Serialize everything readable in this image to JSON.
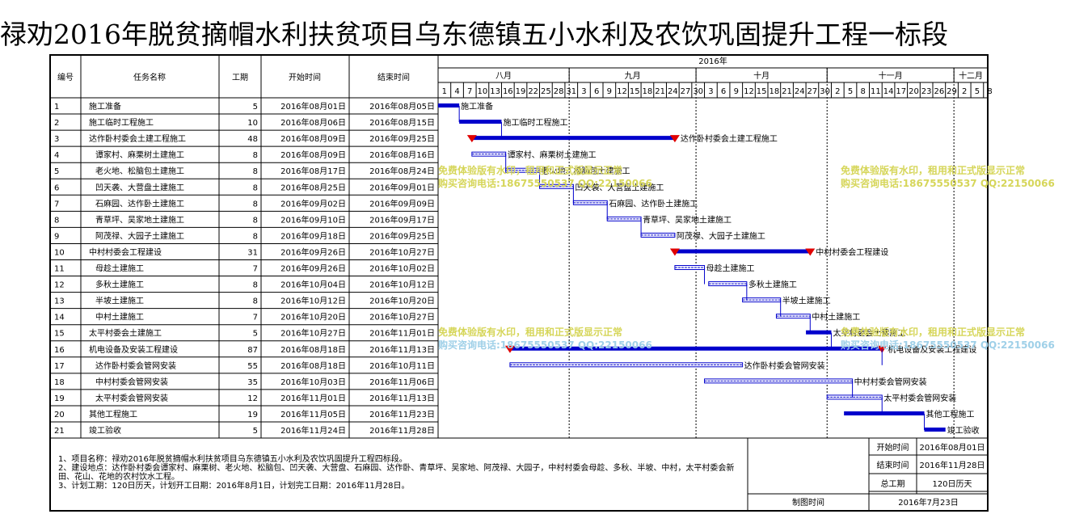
{
  "title": "禄劝2016年脱贫摘帽水利扶贫项目乌东德镇五小水利及农饮巩固提升工程一标段",
  "headers": {
    "id": "编号",
    "name": "任务名称",
    "dur": "工期",
    "start": "开始时间",
    "end": "结束时间",
    "year": "2016年"
  },
  "months": [
    {
      "label": "八月",
      "from": 1,
      "to": 31
    },
    {
      "label": "九月",
      "from": 32,
      "to": 61
    },
    {
      "label": "十月",
      "from": 62,
      "to": 92
    },
    {
      "label": "十一月",
      "from": 93,
      "to": 122
    },
    {
      "label": "十二月",
      "from": 123,
      "to": 130
    }
  ],
  "day_ticks": [
    "1",
    "4",
    "7",
    "10",
    "13",
    "16",
    "19",
    "22",
    "25",
    "28",
    "31",
    "3",
    "6",
    "9",
    "12",
    "15",
    "18",
    "21",
    "24",
    "27",
    "30",
    "3",
    "6",
    "9",
    "12",
    "15",
    "18",
    "21",
    "24",
    "27",
    "30",
    "2",
    "5",
    "8",
    "11",
    "14",
    "17",
    "20",
    "23",
    "26",
    "29",
    "2",
    "5",
    "8"
  ],
  "chart_data": {
    "type": "gantt",
    "x_axis": {
      "start": "2016-08-01",
      "end": "2016-12-08",
      "unit": "day"
    },
    "tasks": [
      {
        "id": "1",
        "name": "施工准备",
        "dur": "5",
        "start": "2016年08月01日",
        "end": "2016年08月05日",
        "s": 1,
        "e": 5,
        "indent": 0,
        "kind": "critical"
      },
      {
        "id": "2",
        "name": "施工临时工程施工",
        "dur": "10",
        "start": "2016年08月06日",
        "end": "2016年08月15日",
        "s": 6,
        "e": 15,
        "indent": 0,
        "kind": "critical"
      },
      {
        "id": "3",
        "name": "达作卧村委会土建工程施工",
        "dur": "48",
        "start": "2016年08月09日",
        "end": "2016年09月25日",
        "s": 9,
        "e": 56,
        "indent": 0,
        "kind": "summary"
      },
      {
        "id": "4",
        "name": "谭家村、麻栗树土建施工",
        "dur": "8",
        "start": "2016年08月09日",
        "end": "2016年08月16日",
        "s": 9,
        "e": 16,
        "indent": 1,
        "kind": "normal"
      },
      {
        "id": "5",
        "name": "老火地、松脑包土建施工",
        "dur": "8",
        "start": "2016年08月17日",
        "end": "2016年08月24日",
        "s": 17,
        "e": 24,
        "indent": 1,
        "kind": "normal"
      },
      {
        "id": "6",
        "name": "凹天袭、大营盘土建施工",
        "dur": "8",
        "start": "2016年08月25日",
        "end": "2016年09月01日",
        "s": 25,
        "e": 32,
        "indent": 1,
        "kind": "normal"
      },
      {
        "id": "7",
        "name": "石麻园、达作卧土建施工",
        "dur": "8",
        "start": "2016年09月02日",
        "end": "2016年09月09日",
        "s": 33,
        "e": 40,
        "indent": 1,
        "kind": "normal"
      },
      {
        "id": "8",
        "name": "青草坪、吴家地土建施工",
        "dur": "8",
        "start": "2016年09月10日",
        "end": "2016年09月17日",
        "s": 41,
        "e": 48,
        "indent": 1,
        "kind": "normal"
      },
      {
        "id": "9",
        "name": "阿茂禄、大园子土建施工",
        "dur": "8",
        "start": "2016年09月18日",
        "end": "2016年09月25日",
        "s": 49,
        "e": 56,
        "indent": 1,
        "kind": "normal"
      },
      {
        "id": "10",
        "name": "中村村委会工程建设",
        "dur": "31",
        "start": "2016年09月26日",
        "end": "2016年10月27日",
        "s": 57,
        "e": 88,
        "indent": 0,
        "kind": "summary"
      },
      {
        "id": "11",
        "name": "母趁土建施工",
        "dur": "7",
        "start": "2016年09月26日",
        "end": "2016年10月02日",
        "s": 57,
        "e": 63,
        "indent": 1,
        "kind": "normal"
      },
      {
        "id": "12",
        "name": "多秋土建施工",
        "dur": "8",
        "start": "2016年10月04日",
        "end": "2016年10月12日",
        "s": 65,
        "e": 73,
        "indent": 1,
        "kind": "normal"
      },
      {
        "id": "13",
        "name": "半坡土建施工",
        "dur": "8",
        "start": "2016年10月12日",
        "end": "2016年10月20日",
        "s": 73,
        "e": 81,
        "indent": 1,
        "kind": "normal"
      },
      {
        "id": "14",
        "name": "中村土建施工",
        "dur": "7",
        "start": "2016年10月20日",
        "end": "2016年10月27日",
        "s": 81,
        "e": 88,
        "indent": 1,
        "kind": "normal"
      },
      {
        "id": "15",
        "name": "太平村委会土建施工",
        "dur": "5",
        "start": "2016年10月27日",
        "end": "2016年11月01日",
        "s": 88,
        "e": 93,
        "indent": 0,
        "kind": "critical"
      },
      {
        "id": "16",
        "name": "机电设备及安装工程建设",
        "dur": "87",
        "start": "2016年08月18日",
        "end": "2016年11月13日",
        "s": 18,
        "e": 105,
        "indent": 0,
        "kind": "summary"
      },
      {
        "id": "17",
        "name": "达作卧村委会管网安装",
        "dur": "55",
        "start": "2016年08月18日",
        "end": "2016年10月11日",
        "s": 18,
        "e": 72,
        "indent": 1,
        "kind": "normal"
      },
      {
        "id": "18",
        "name": "中村村委会管网安装",
        "dur": "35",
        "start": "2016年10月03日",
        "end": "2016年11月06日",
        "s": 64,
        "e": 98,
        "indent": 1,
        "kind": "normal"
      },
      {
        "id": "19",
        "name": "太平村委会管网安装",
        "dur": "12",
        "start": "2016年11月01日",
        "end": "2016年11月13日",
        "s": 93,
        "e": 105,
        "indent": 1,
        "kind": "normal"
      },
      {
        "id": "20",
        "name": "其他工程施工",
        "dur": "19",
        "start": "2016年11月05日",
        "end": "2016年11月23日",
        "s": 97,
        "e": 115,
        "indent": 0,
        "kind": "critical"
      },
      {
        "id": "21",
        "name": "竣工验收",
        "dur": "5",
        "start": "2016年11月24日",
        "end": "2016年11月28日",
        "s": 116,
        "e": 120,
        "indent": 0,
        "kind": "critical"
      }
    ]
  },
  "notes": [
    "1、项目名称：禄劝2016年脱贫摘帽水利扶贫项目乌东德镇五小水利及农饮巩固提升工程四标段。",
    "2、建设地点：达作卧村委会谭家村、麻栗树、老火地、松脑包、凹天袭、大营盘、石麻园、达作卧、青草坪、吴家地、阿茂禄、大园子，中村村委会母趁、多秋、半坡、中村，太平村委会新田、花山、花地的农村饮水工程。",
    "3、计划工期：120日历天，计划开工日期：2016年8月1日，计划完工日期：2016年11月28日。"
  ],
  "summary": {
    "start_label": "开始时间",
    "start_value": "2016年08月01日",
    "end_label": "结束时间",
    "end_value": "2016年11月28日",
    "total_label": "总工期",
    "total_value": "120日历天",
    "made_label": "制图时间",
    "made_value": "2016年7月23日"
  },
  "watermark": {
    "line1": "免费体验版有水印，租用和正式版显示正常",
    "line2": "购买咨询电话:18675550537 QQ:22150066"
  },
  "colors": {
    "bar": "#0000cc",
    "milestone": "#e00000",
    "grid": "#000000"
  }
}
